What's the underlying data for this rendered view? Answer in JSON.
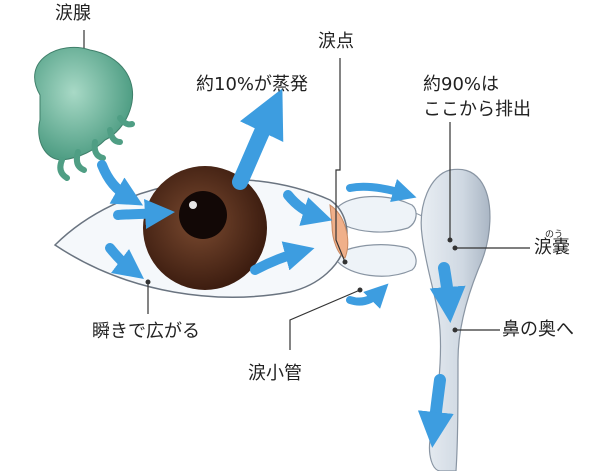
{
  "labels": {
    "lacrimal_gland": "涙腺",
    "evaporate": "約10%が蒸発",
    "punctum": "涙点",
    "drain_line1": "約90%は",
    "drain_line2": "ここから排出",
    "sac": "涙嚢",
    "sac_ruby": "のう",
    "blink": "瞬きで広がる",
    "nose": "鼻の奥へ",
    "canaliculus": "涙小管"
  },
  "colors": {
    "gland": "#6fb8a0",
    "iris": "#5a3020",
    "arrow": "#3d9de0",
    "sac": "#d6dde6",
    "punctum": "#f0b08a"
  }
}
